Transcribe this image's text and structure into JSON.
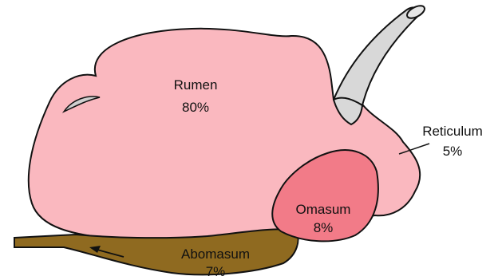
{
  "diagram": {
    "parts": [
      {
        "id": "rumen",
        "name": "Rumen",
        "percent": "80%",
        "color": "#fab8bf"
      },
      {
        "id": "reticulum",
        "name": "Reticulum",
        "percent": "5%",
        "color": "#fab8bf"
      },
      {
        "id": "omasum",
        "name": "Omasum",
        "percent": "8%",
        "color": "#f27b88"
      },
      {
        "id": "abomasum",
        "name": "Abomasum",
        "percent": "7%",
        "color": "#8f6a20"
      }
    ],
    "esophagus_color": "#d8d8d8",
    "outline_color": "#111111"
  }
}
